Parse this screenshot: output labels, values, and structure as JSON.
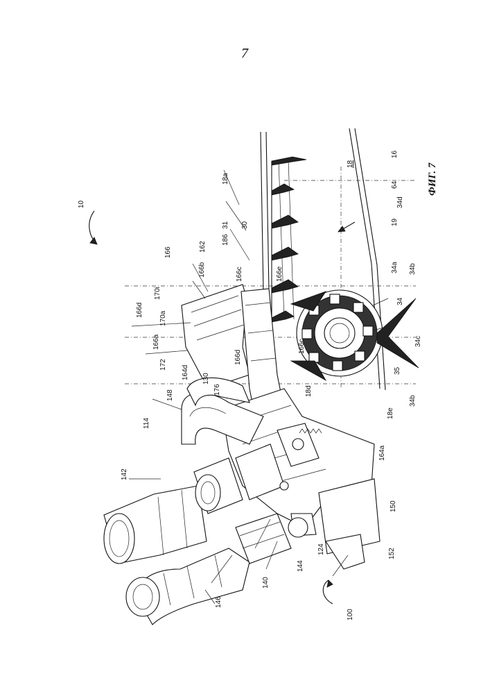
{
  "page": {
    "number": "7"
  },
  "figure": {
    "caption": "ФИГ. 7",
    "reference_labels": [
      "10",
      "100",
      "18",
      "18a",
      "16",
      "64",
      "34d",
      "19",
      "31",
      "30",
      "186",
      "166e",
      "34a",
      "34b",
      "34",
      "35",
      "34c",
      "34b",
      "166c",
      "166",
      "162",
      "166b",
      "166c",
      "170i",
      "166d",
      "170a",
      "166a",
      "172",
      "166d",
      "164d",
      "130",
      "176",
      "148",
      "114",
      "142",
      "18d",
      "18e",
      "164a",
      "150",
      "152",
      "124",
      "144",
      "140",
      "146"
    ]
  }
}
